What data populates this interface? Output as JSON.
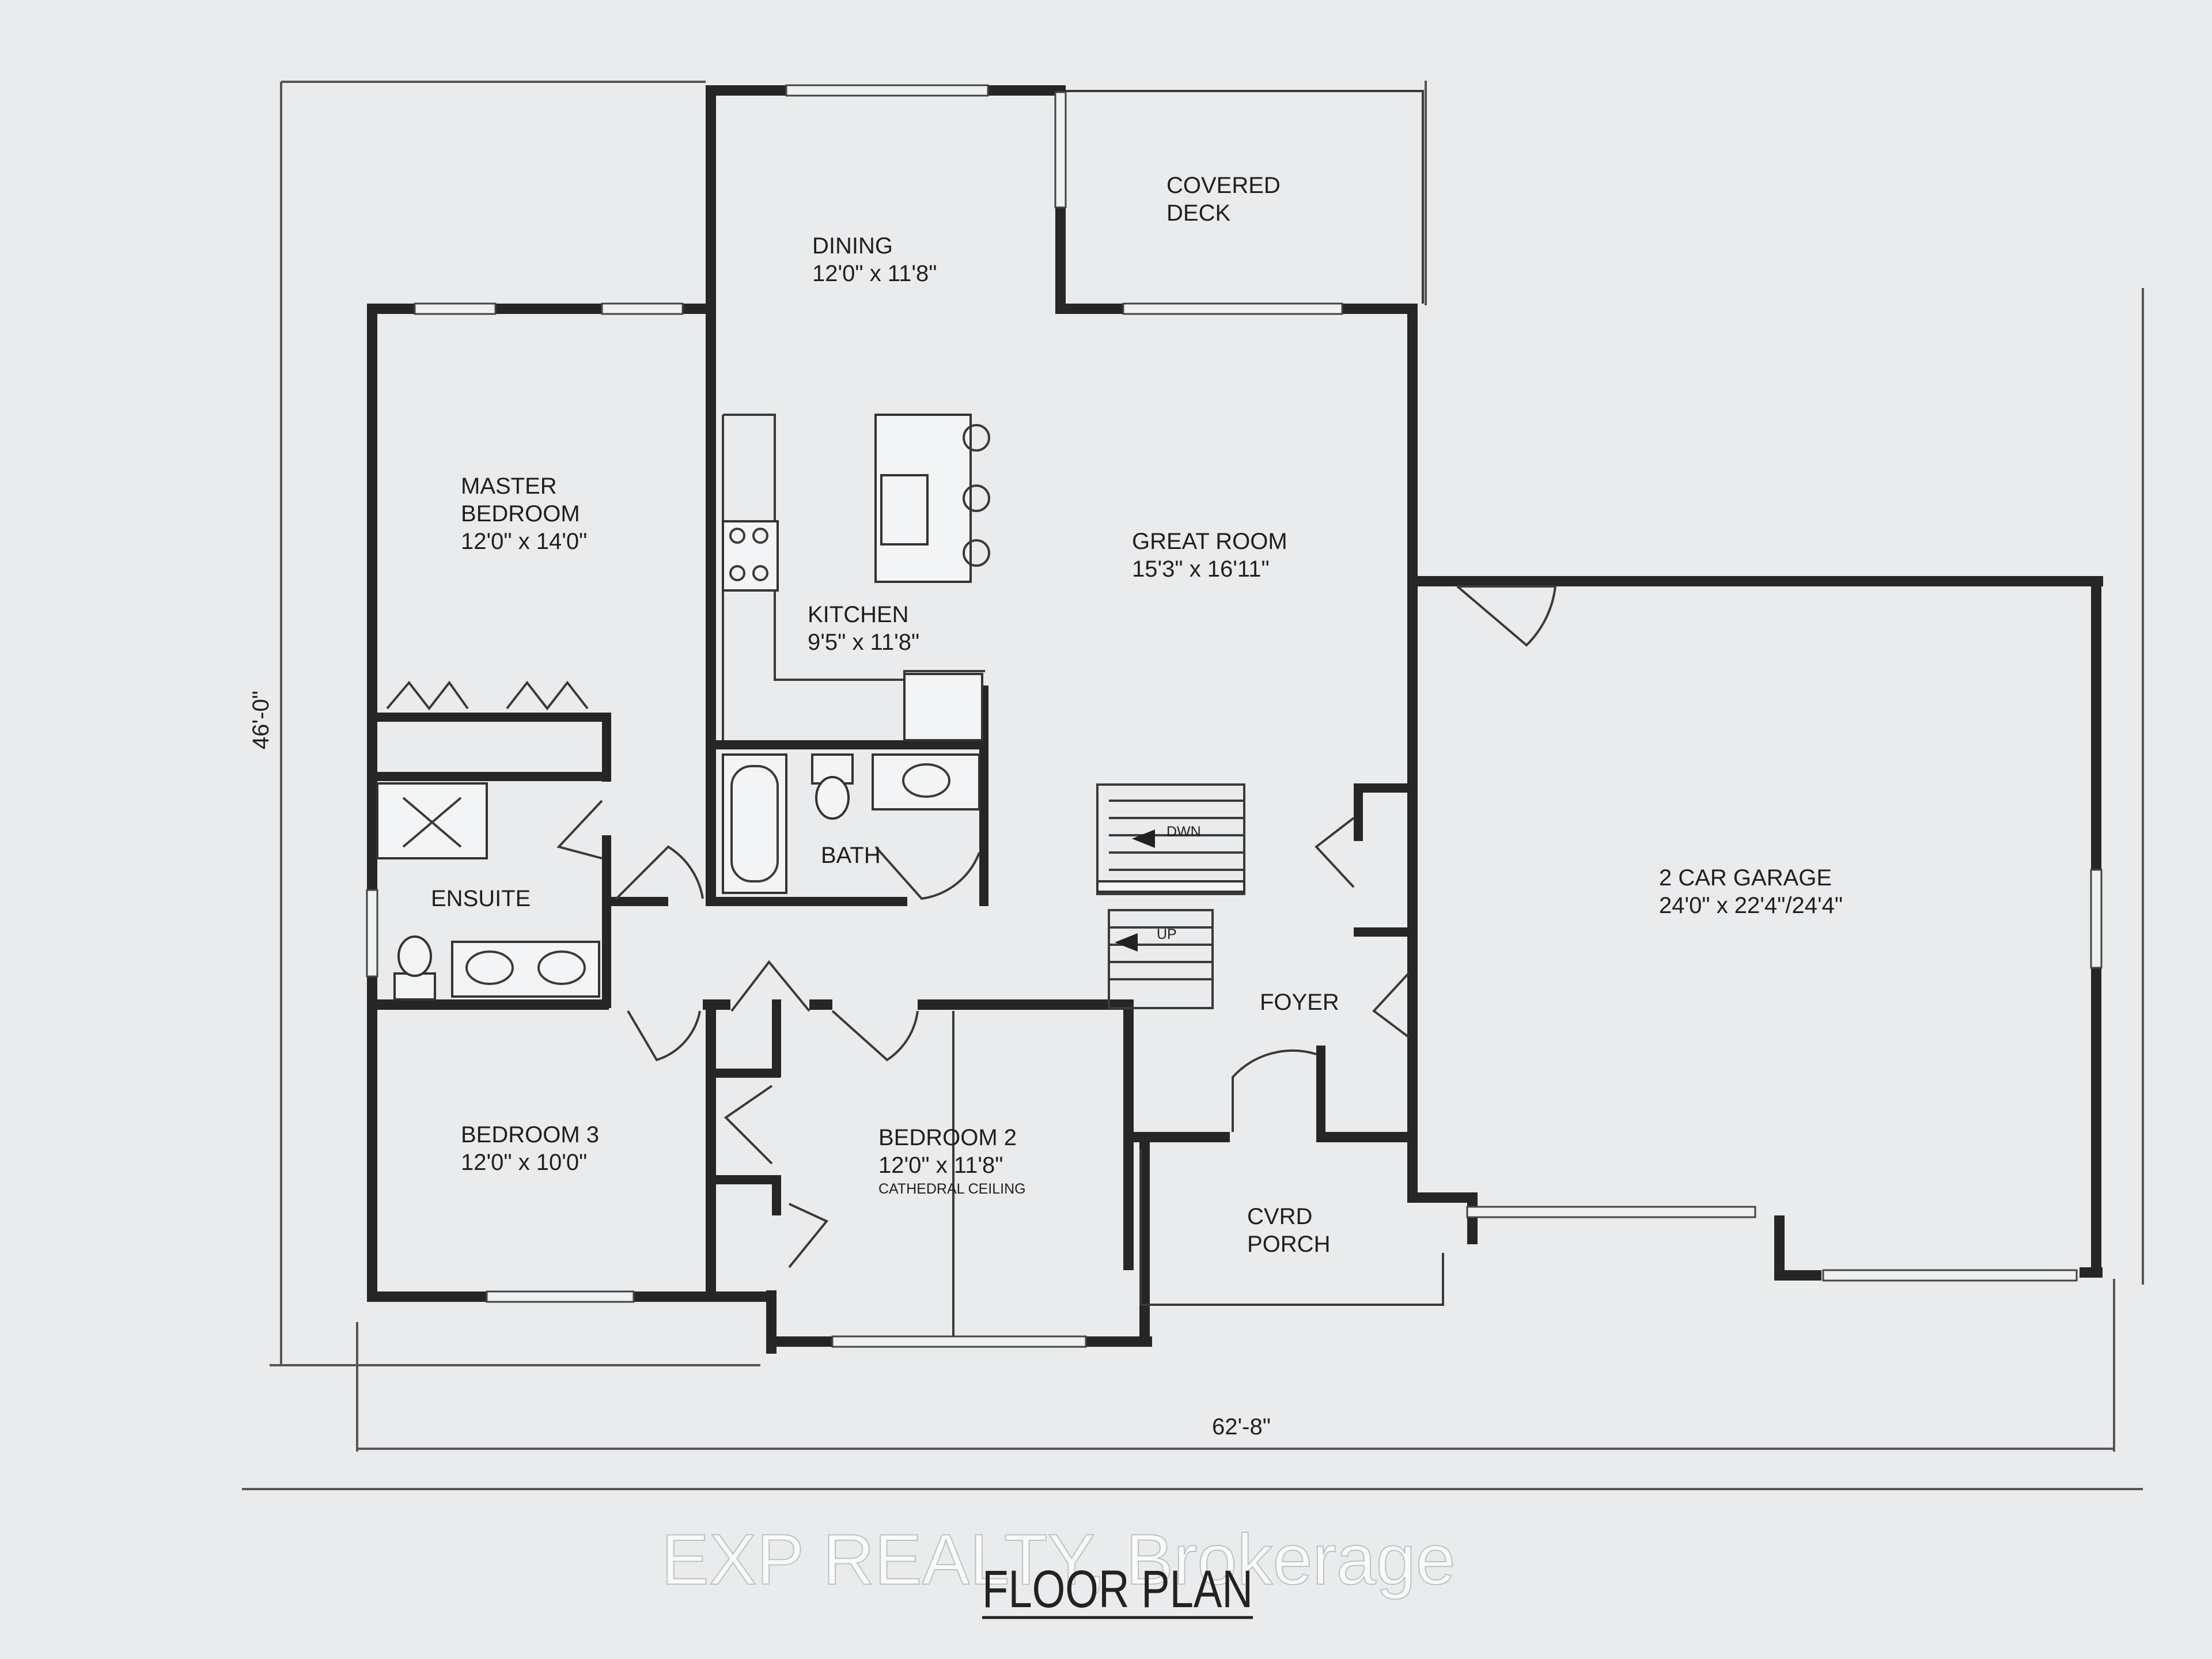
{
  "dimensions": {
    "depth": "46'-0\"",
    "width": "62'-8\""
  },
  "rooms": [
    {
      "id": "dining",
      "name": "DINING",
      "size": "12'0\" x 11'8\""
    },
    {
      "id": "covered-deck",
      "name_line1": "COVERED",
      "name_line2": "DECK"
    },
    {
      "id": "master-bedroom",
      "name_line1": "MASTER",
      "name_line2": "BEDROOM",
      "size": "12'0\" x 14'0\""
    },
    {
      "id": "great-room",
      "name": "GREAT ROOM",
      "size": "15'3\" x 16'11\""
    },
    {
      "id": "kitchen",
      "name": "KITCHEN",
      "size": "9'5\" x 11'8\""
    },
    {
      "id": "bath",
      "name": "BATH"
    },
    {
      "id": "ensuite",
      "name": "ENSUITE"
    },
    {
      "id": "garage",
      "name": "2 CAR GARAGE",
      "size": "24'0\" x 22'4\"/24'4\""
    },
    {
      "id": "foyer",
      "name": "FOYER"
    },
    {
      "id": "bedroom-3",
      "name": "BEDROOM 3",
      "size": "12'0\" x 10'0\""
    },
    {
      "id": "bedroom-2",
      "name": "BEDROOM 2",
      "size": "12'0\" x 11'8\"",
      "note": "CATHEDRAL CEILING"
    },
    {
      "id": "porch",
      "name_line1": "CVRD",
      "name_line2": "PORCH"
    }
  ],
  "stairs": {
    "down": "DWN",
    "up": "UP"
  },
  "watermark": "EXP REALTY, Brokerage",
  "caption": "FLOOR PLAN"
}
